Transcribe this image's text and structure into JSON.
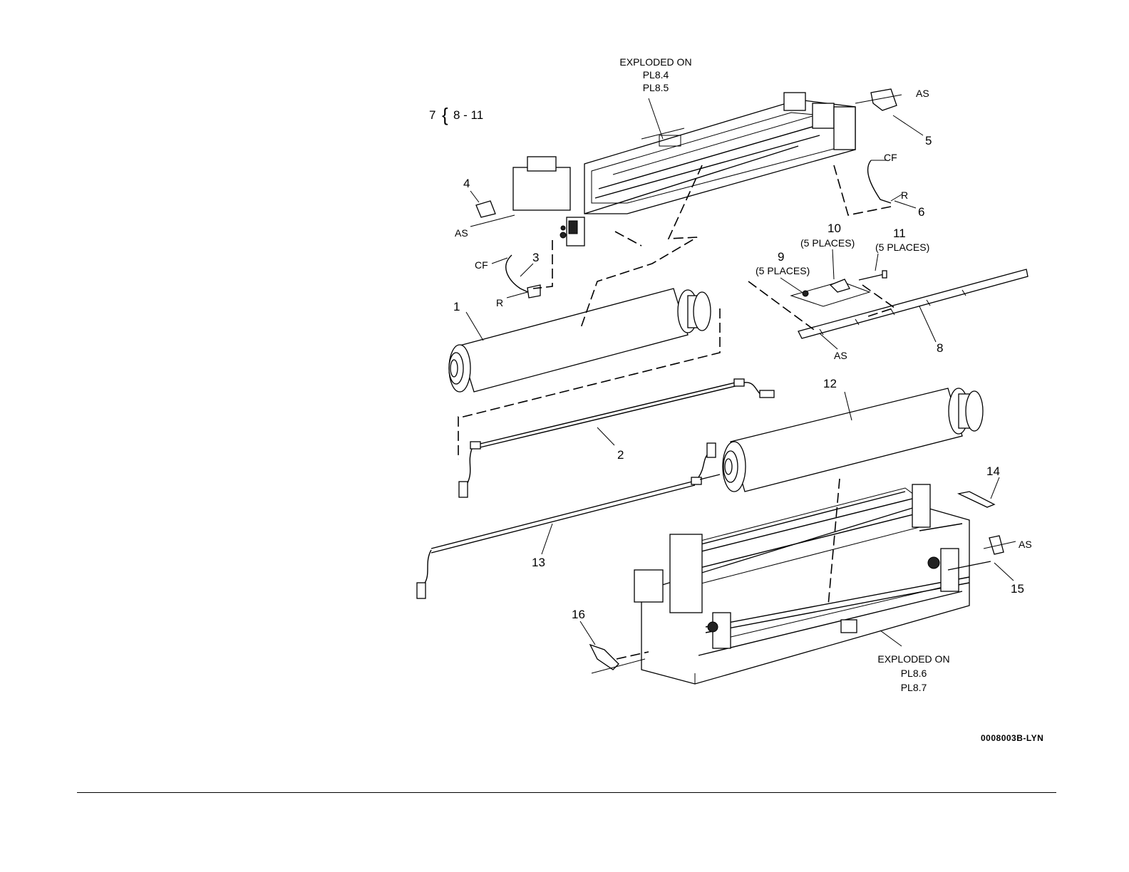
{
  "labels": {
    "exploded_top": [
      "EXPLODED ON",
      "PL8.4",
      "PL8.5"
    ],
    "exploded_bottom": [
      "EXPLODED ON",
      "PL8.6",
      "PL8.7"
    ],
    "group_7": "7",
    "group_range": "8 - 11",
    "callouts": {
      "c1": "1",
      "c2": "2",
      "c3": "3",
      "c4": "4",
      "c5": "5",
      "c6": "6",
      "c8": "8",
      "c9": "9",
      "c10": "10",
      "c11": "11",
      "c12": "12",
      "c13": "13",
      "c14": "14",
      "c15": "15",
      "c16": "16"
    },
    "places_9": "(5 PLACES)",
    "places_10": "(5 PLACES)",
    "places_11": "(5 PLACES)",
    "as_5": "AS",
    "as_4": "AS",
    "as_8": "AS",
    "as_15": "AS",
    "cf_6": "CF",
    "r_6": "R",
    "cf_3": "CF",
    "r_3": "R",
    "figure_code": "0008003B-LYN"
  }
}
